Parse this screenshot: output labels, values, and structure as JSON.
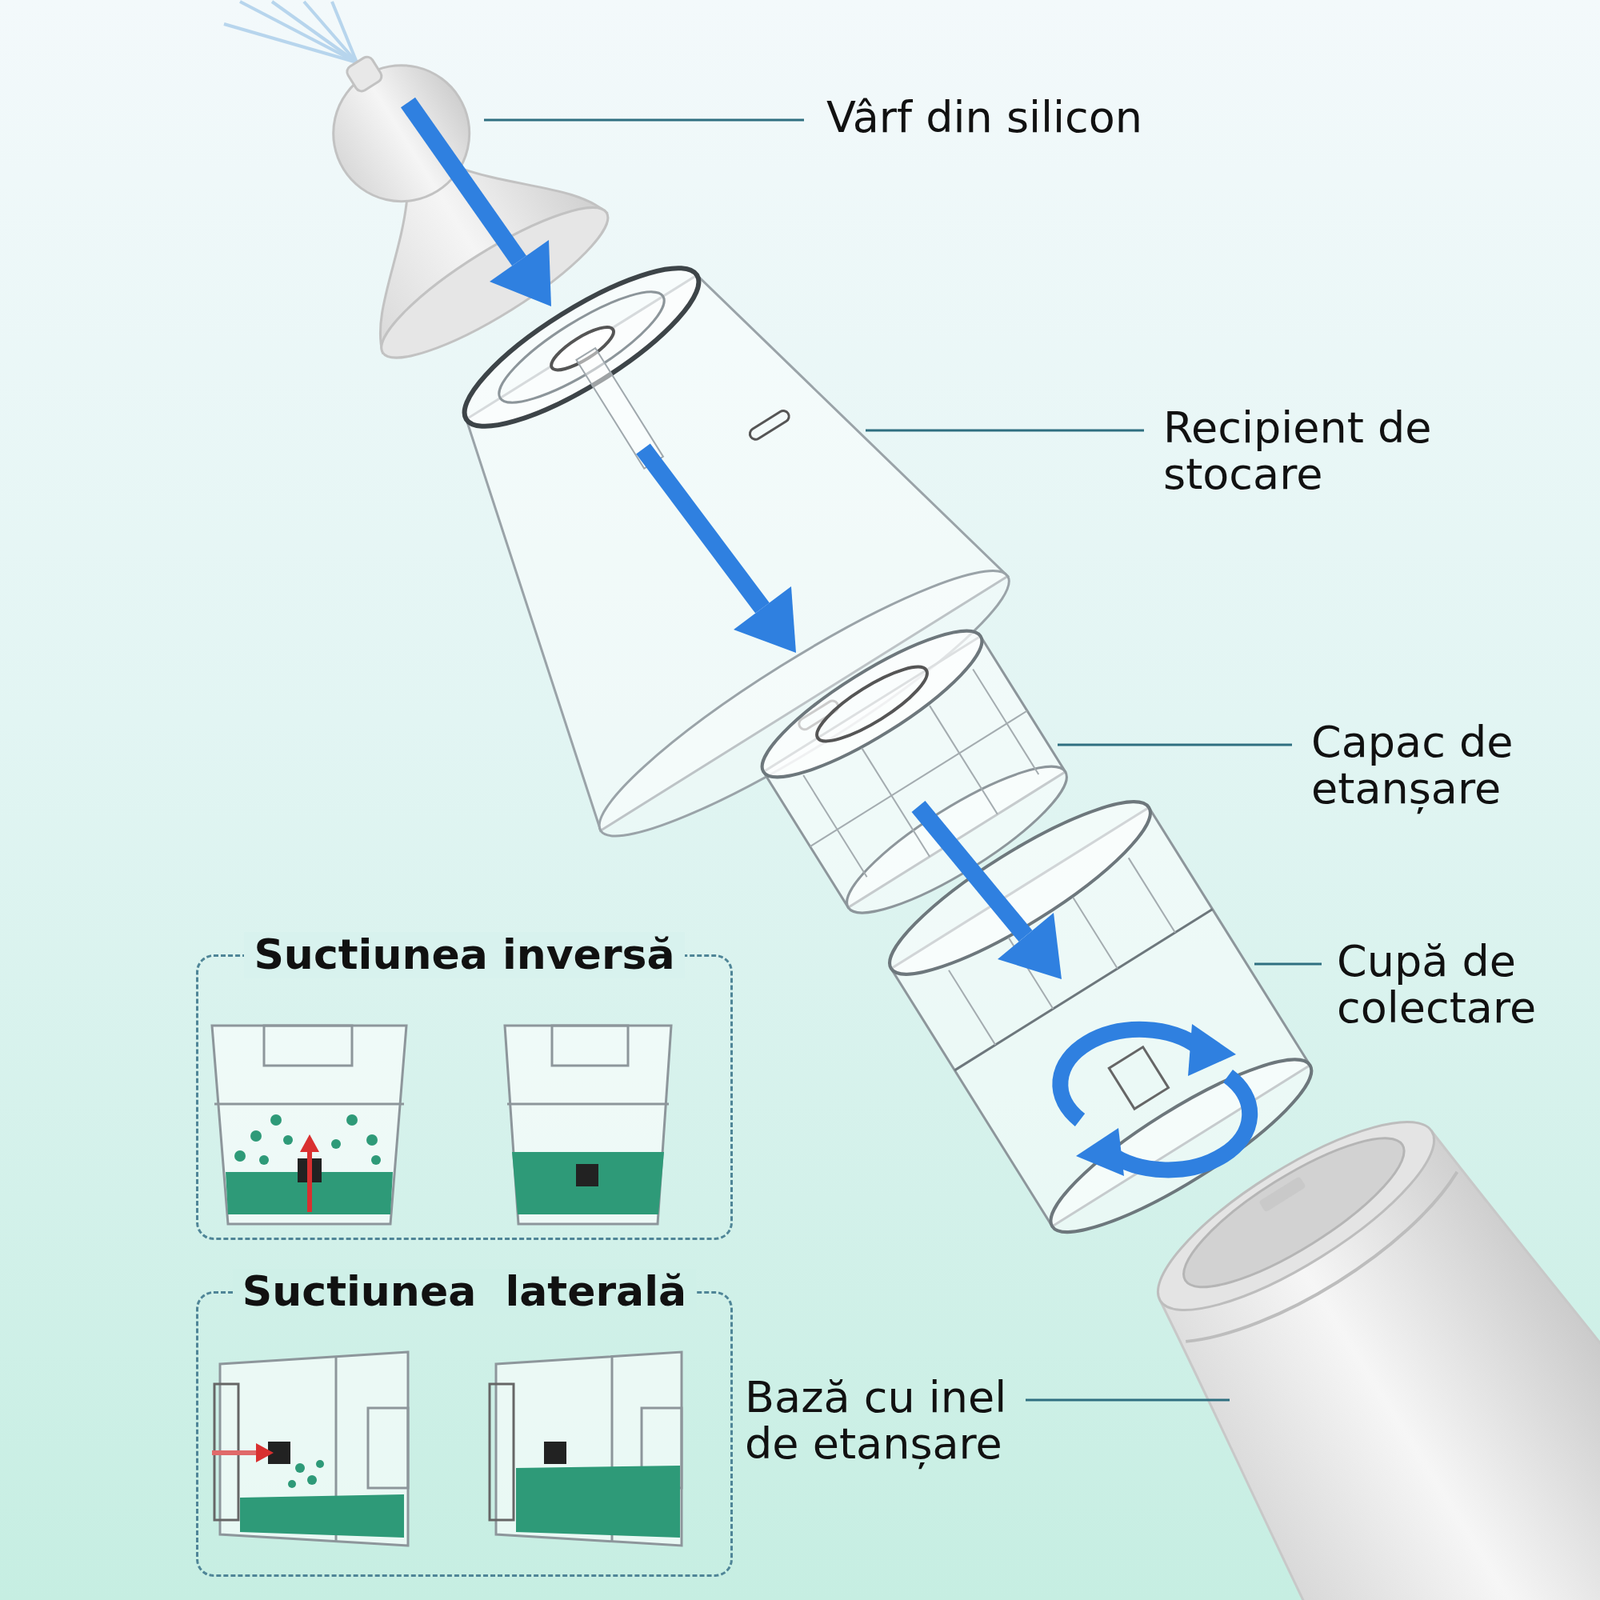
{
  "diagram": {
    "nodes": [
      {
        "text": [
          "Suctiunea inversă"
        ]
      },
      {
        "text": [
          "Suctiunea  laterală"
        ]
      }
    ],
    "labels": [
      "Vârf din silicon",
      "Recipient de stocare",
      "Capac de etanșare",
      "Cupă de colectare",
      "Bază cu inel de etanșare"
    ]
  }
}
